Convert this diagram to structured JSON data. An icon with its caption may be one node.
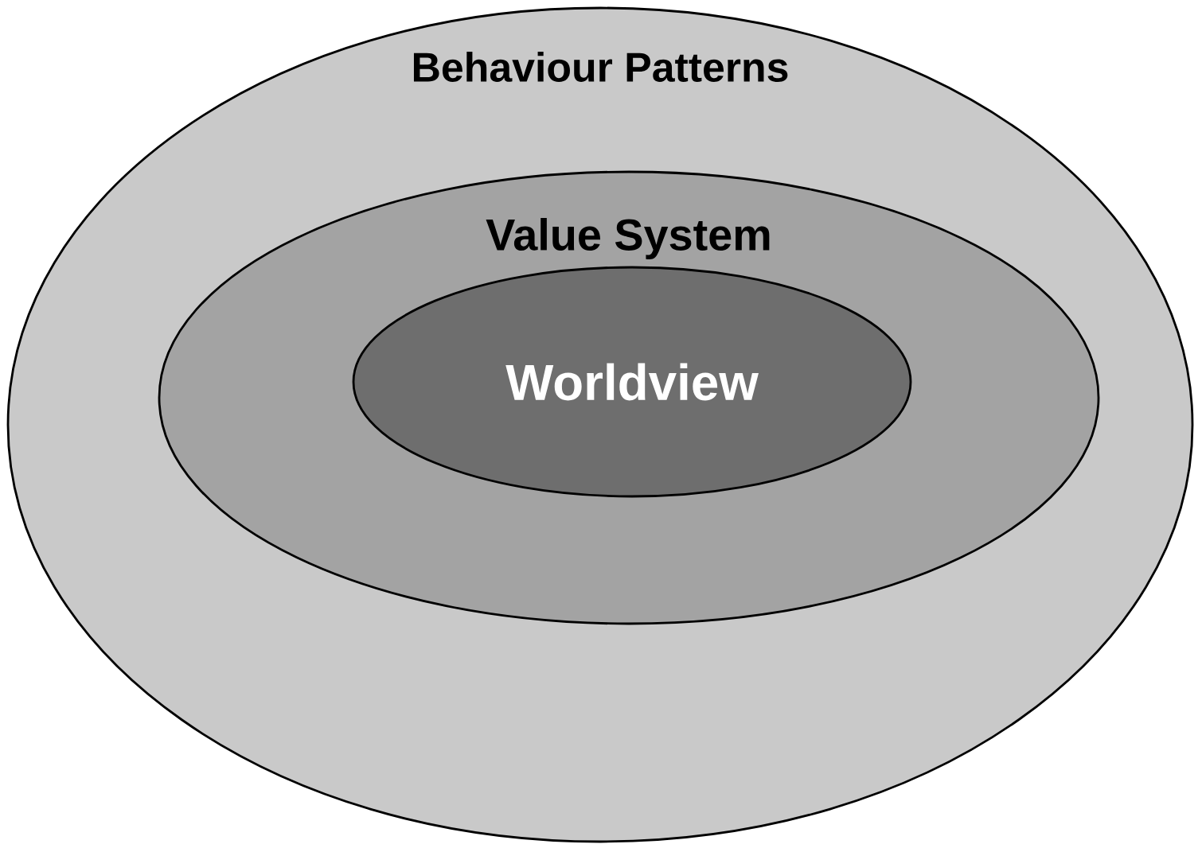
{
  "diagram": {
    "nodes": [
      {
        "text": [
          "Behaviour Patterns"
        ]
      },
      {
        "text": [
          "Value System"
        ],
        "in": 0
      },
      {
        "text": [
          "Worldview"
        ],
        "in": 1
      }
    ]
  }
}
